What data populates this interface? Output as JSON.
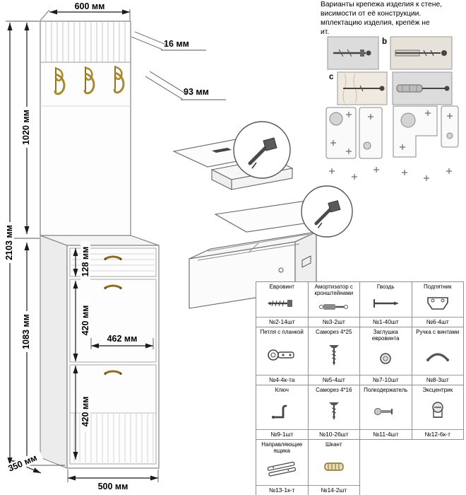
{
  "wall_mount": {
    "line1": "Варианты крепежа изделия к стене,",
    "line2": "висимости от её конструкции.",
    "line3": "мплектацию изделия, крепёж  не",
    "line4": "ит.",
    "label_b": "b",
    "label_c": "c"
  },
  "dimensions": {
    "top_width": "600 мм",
    "panel_thickness": "16 мм",
    "hook_offset": "93 мм",
    "upper_height": "1020 мм",
    "total_height": "2103 мм",
    "drawer_height": "128 мм",
    "door_upper_height": "420 мм",
    "inner_width": "462 мм",
    "door_lower_height": "420 мм",
    "lower_height": "1083 мм",
    "depth": "350 мм",
    "bottom_width": "500 мм"
  },
  "parts": [
    {
      "items": [
        {
          "name": "Гвоздь",
          "qty": "№1-40шт"
        },
        {
          "name": "Подпятник",
          "qty": "№6-4шт"
        }
      ]
    },
    {
      "items": [
        {
          "name": "Евровинт",
          "qty": "№2-14шт"
        },
        {
          "name": "Амортизатор с кронштейнами",
          "qty": "№3-2шт"
        },
        {
          "name": "Петля с планкой",
          "qty": "№4-4к-та"
        },
        {
          "name": "Саморез 4*25",
          "qty": "№5-4шт"
        }
      ]
    },
    {
      "items": [
        {
          "name": "Заглушка евровинта",
          "qty": "№7-10шт"
        },
        {
          "name": "Ручка с винтами",
          "qty": "№8-3шт"
        },
        {
          "name": "Ключ",
          "qty": "№9-1шт"
        },
        {
          "name": "Саморез 4*16",
          "qty": "№10-26шт"
        }
      ]
    },
    {
      "items": [
        {
          "name": "Полкодержатель",
          "qty": "№11-4шт"
        },
        {
          "name": "Эксцентрик",
          "qty": "№12-6к-т"
        },
        {
          "name": "Направляющие ящика",
          "qty": "№13-1к-т"
        },
        {
          "name": "Шкант",
          "qty": "№14-2шт"
        }
      ]
    }
  ]
}
